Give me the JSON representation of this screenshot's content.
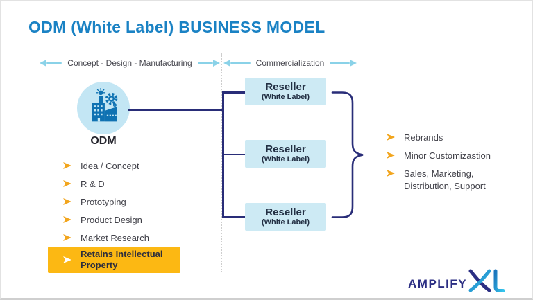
{
  "slide": {
    "title": "ODM (White Label) BUSINESS MODEL"
  },
  "phases": {
    "left_label": "Concept - Design - Manufacturing",
    "right_label": "Commercialization"
  },
  "odm": {
    "label": "ODM",
    "activities": [
      "Idea / Concept",
      "R & D",
      "Prototyping",
      "Product Design",
      "Market Research"
    ],
    "highlight": "Retains Intellectual Property"
  },
  "resellers": [
    {
      "title": "Reseller",
      "subtitle": "(White Label)"
    },
    {
      "title": "Reseller",
      "subtitle": "(White Label)"
    },
    {
      "title": "Reseller",
      "subtitle": "(White Label)"
    }
  ],
  "reseller_activities": [
    "Rebrands",
    "Minor Customizastion",
    "Sales, Marketing, Distribution, Support"
  ],
  "logo": {
    "text": "AMPLIFY",
    "suffix": "XL"
  },
  "colors": {
    "title_blue": "#1a82c4",
    "connector_navy": "#292d78",
    "arrow_light_blue": "#8ad2e8",
    "reseller_box_blue": "#cdeaf4",
    "odm_circle_blue": "#c3e6f4",
    "factory_icon_blue": "#0f72b2",
    "bullet_yellow": "#f2a51d",
    "highlight_amber": "#fcb813",
    "logo_navy": "#2b2e83",
    "logo_cyan": "#29abe2"
  }
}
